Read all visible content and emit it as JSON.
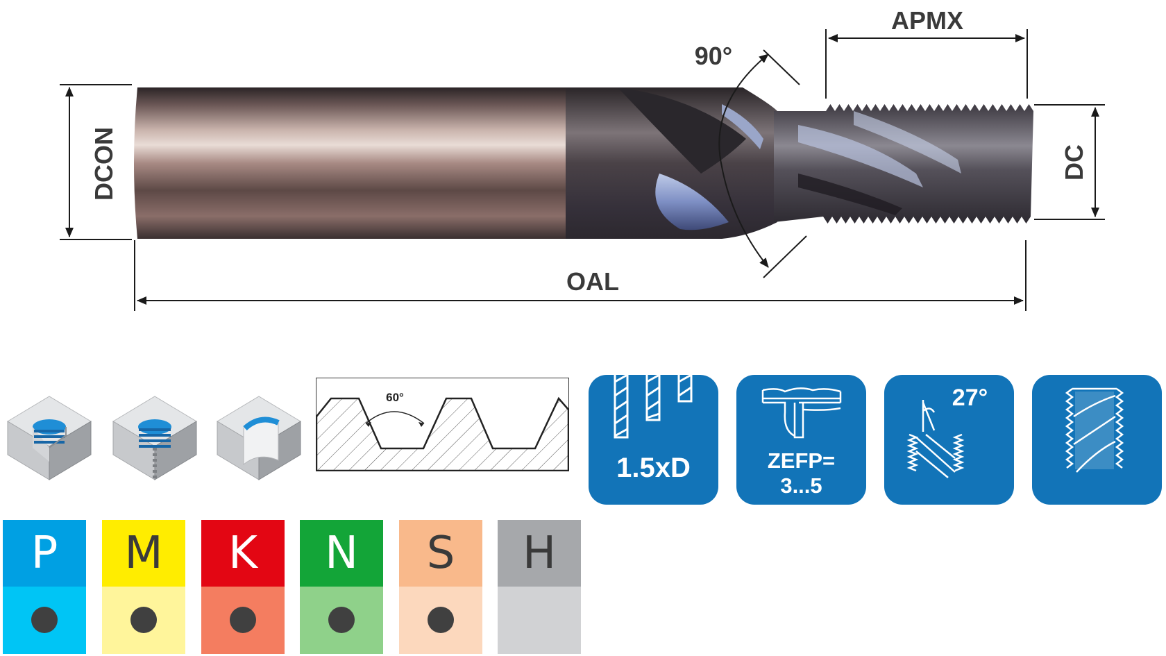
{
  "dimensions": {
    "shank_diameter": "DCON",
    "overall_length": "OAL",
    "cutting_diameter": "DC",
    "max_depth_of_cut": "APMX",
    "chamfer_angle": "90°"
  },
  "thread_profile": {
    "angle": "60°"
  },
  "features": [
    {
      "icon": "drill-depth-icon",
      "label": "1.5xD"
    },
    {
      "icon": "flutes-icon",
      "label_line1": "ZEFP=",
      "label_line2": "3...5"
    },
    {
      "icon": "helix-angle-icon",
      "label": "27°"
    },
    {
      "icon": "thread-mill-icon",
      "label": ""
    }
  ],
  "hole_types": [
    {
      "icon": "blind-hole-thread-icon"
    },
    {
      "icon": "through-hole-thread-icon"
    },
    {
      "icon": "internal-groove-icon"
    }
  ],
  "materials": [
    {
      "letter": "P",
      "top_color": "#00a0e3",
      "bottom_color": "#00c5f5",
      "suitable": true
    },
    {
      "letter": "M",
      "top_color": "#ffed00",
      "bottom_color": "#fff59b",
      "suitable": true
    },
    {
      "letter": "K",
      "top_color": "#e30613",
      "bottom_color": "#f47d60",
      "suitable": true
    },
    {
      "letter": "N",
      "top_color": "#13a538",
      "bottom_color": "#8fd18a",
      "suitable": true
    },
    {
      "letter": "S",
      "top_color": "#f9b98b",
      "bottom_color": "#fcd8bd",
      "suitable": true
    },
    {
      "letter": "H",
      "top_color": "#a6a8ab",
      "bottom_color": "#d1d2d4",
      "suitable": false
    }
  ],
  "colors": {
    "feature_bg": "#1274b8",
    "dim_line": "#1a1a1a"
  }
}
